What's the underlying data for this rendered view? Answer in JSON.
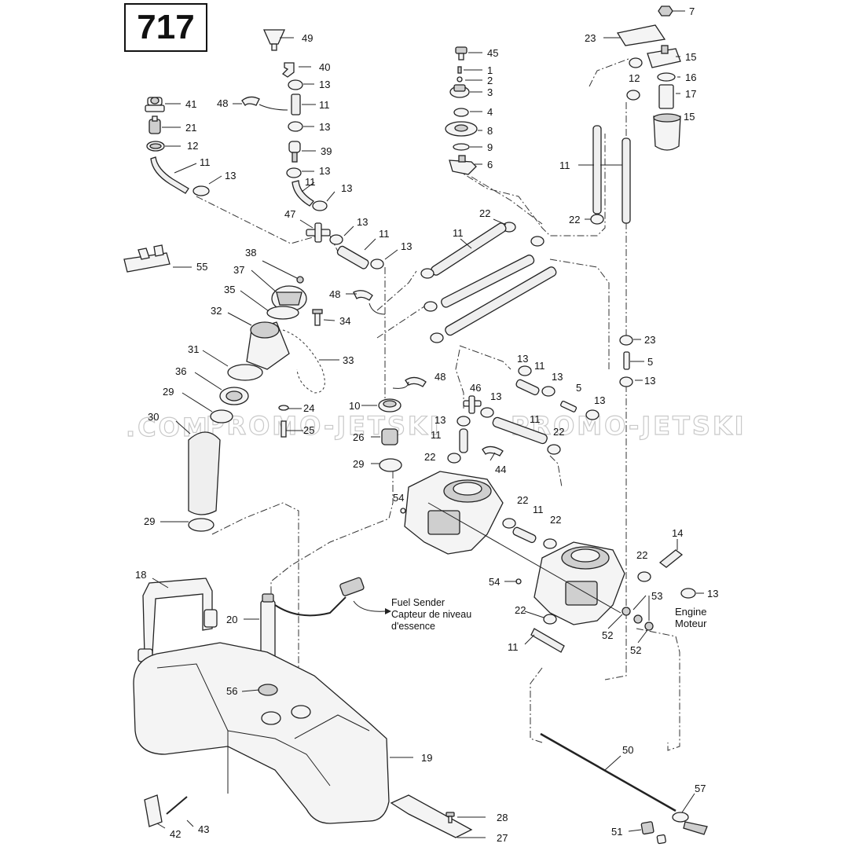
{
  "page_number": "717",
  "watermark": {
    "left": ".COM",
    "middle": "PROMO-JETSKI",
    "right": "PROMO-JETSKI"
  },
  "annotations": {
    "fuel_sender_line1": "Fuel Sender",
    "fuel_sender_line2": "Capteur de niveau",
    "fuel_sender_line3": "d'essence",
    "engine_line1": "Engine",
    "engine_line2": "Moteur"
  },
  "callouts": [
    {
      "id": "c7",
      "label": "7"
    },
    {
      "id": "c49",
      "label": "49"
    },
    {
      "id": "c23a",
      "label": "23"
    },
    {
      "id": "c45",
      "label": "45"
    },
    {
      "id": "c15a",
      "label": "15"
    },
    {
      "id": "c40",
      "label": "40"
    },
    {
      "id": "c1",
      "label": "1"
    },
    {
      "id": "c12a",
      "label": "12"
    },
    {
      "id": "c16",
      "label": "16"
    },
    {
      "id": "c13a",
      "label": "13"
    },
    {
      "id": "c2",
      "label": "2"
    },
    {
      "id": "c3",
      "label": "3"
    },
    {
      "id": "c17",
      "label": "17"
    },
    {
      "id": "c41",
      "label": "41"
    },
    {
      "id": "c48a",
      "label": "48"
    },
    {
      "id": "c11a",
      "label": "11"
    },
    {
      "id": "c4",
      "label": "4"
    },
    {
      "id": "c15b",
      "label": "15"
    },
    {
      "id": "c21",
      "label": "21"
    },
    {
      "id": "c13b",
      "label": "13"
    },
    {
      "id": "c8",
      "label": "8"
    },
    {
      "id": "c12b",
      "label": "12"
    },
    {
      "id": "c39",
      "label": "39"
    },
    {
      "id": "c9",
      "label": "9"
    },
    {
      "id": "c11b",
      "label": "11"
    },
    {
      "id": "c6",
      "label": "6"
    },
    {
      "id": "c11c",
      "label": "11"
    },
    {
      "id": "c13c",
      "label": "13"
    },
    {
      "id": "c13d",
      "label": "13"
    },
    {
      "id": "c11d",
      "label": "11"
    },
    {
      "id": "c13e",
      "label": "13"
    },
    {
      "id": "c22a",
      "label": "22"
    },
    {
      "id": "c22b",
      "label": "22"
    },
    {
      "id": "c47",
      "label": "47"
    },
    {
      "id": "c13f",
      "label": "13"
    },
    {
      "id": "c11e",
      "label": "11"
    },
    {
      "id": "c11f",
      "label": "11"
    },
    {
      "id": "c13g",
      "label": "13"
    },
    {
      "id": "c55",
      "label": "55"
    },
    {
      "id": "c38",
      "label": "38"
    },
    {
      "id": "c37",
      "label": "37"
    },
    {
      "id": "c35",
      "label": "35"
    },
    {
      "id": "c48b",
      "label": "48"
    },
    {
      "id": "c32",
      "label": "32"
    },
    {
      "id": "c34",
      "label": "34"
    },
    {
      "id": "c23b",
      "label": "23"
    },
    {
      "id": "c31",
      "label": "31"
    },
    {
      "id": "c13h",
      "label": "13"
    },
    {
      "id": "c11g",
      "label": "11"
    },
    {
      "id": "c5a",
      "label": "5"
    },
    {
      "id": "c33",
      "label": "33"
    },
    {
      "id": "c13i",
      "label": "13"
    },
    {
      "id": "c13j",
      "label": "13"
    },
    {
      "id": "c36",
      "label": "36"
    },
    {
      "id": "c48c",
      "label": "48"
    },
    {
      "id": "c46",
      "label": "46"
    },
    {
      "id": "c5b",
      "label": "5"
    },
    {
      "id": "c29a",
      "label": "29"
    },
    {
      "id": "c10",
      "label": "10"
    },
    {
      "id": "c13k",
      "label": "13"
    },
    {
      "id": "c24",
      "label": "24"
    },
    {
      "id": "c13l",
      "label": "13"
    },
    {
      "id": "c13m",
      "label": "13"
    },
    {
      "id": "c30",
      "label": "30"
    },
    {
      "id": "c11h",
      "label": "11"
    },
    {
      "id": "c25",
      "label": "25"
    },
    {
      "id": "c11i",
      "label": "11"
    },
    {
      "id": "c22c",
      "label": "22"
    },
    {
      "id": "c26",
      "label": "26"
    },
    {
      "id": "c22d",
      "label": "22"
    },
    {
      "id": "c29b",
      "label": "29"
    },
    {
      "id": "c44",
      "label": "44"
    },
    {
      "id": "c54a",
      "label": "54"
    },
    {
      "id": "c22e",
      "label": "22"
    },
    {
      "id": "c11j",
      "label": "11"
    },
    {
      "id": "c29c",
      "label": "29"
    },
    {
      "id": "c22f",
      "label": "22"
    },
    {
      "id": "c14",
      "label": "14"
    },
    {
      "id": "c18",
      "label": "18"
    },
    {
      "id": "c22g",
      "label": "22"
    },
    {
      "id": "c54b",
      "label": "54"
    },
    {
      "id": "c53",
      "label": "53"
    },
    {
      "id": "c13n",
      "label": "13"
    },
    {
      "id": "c20",
      "label": "20"
    },
    {
      "id": "c22h",
      "label": "22"
    },
    {
      "id": "c52a",
      "label": "52"
    },
    {
      "id": "c11k",
      "label": "11"
    },
    {
      "id": "c52b",
      "label": "52"
    },
    {
      "id": "c56",
      "label": "56"
    },
    {
      "id": "c50",
      "label": "50"
    },
    {
      "id": "c19",
      "label": "19"
    },
    {
      "id": "c57",
      "label": "57"
    },
    {
      "id": "c28",
      "label": "28"
    },
    {
      "id": "c42",
      "label": "42"
    },
    {
      "id": "c43",
      "label": "43"
    },
    {
      "id": "c27",
      "label": "27"
    },
    {
      "id": "c51",
      "label": "51"
    }
  ]
}
